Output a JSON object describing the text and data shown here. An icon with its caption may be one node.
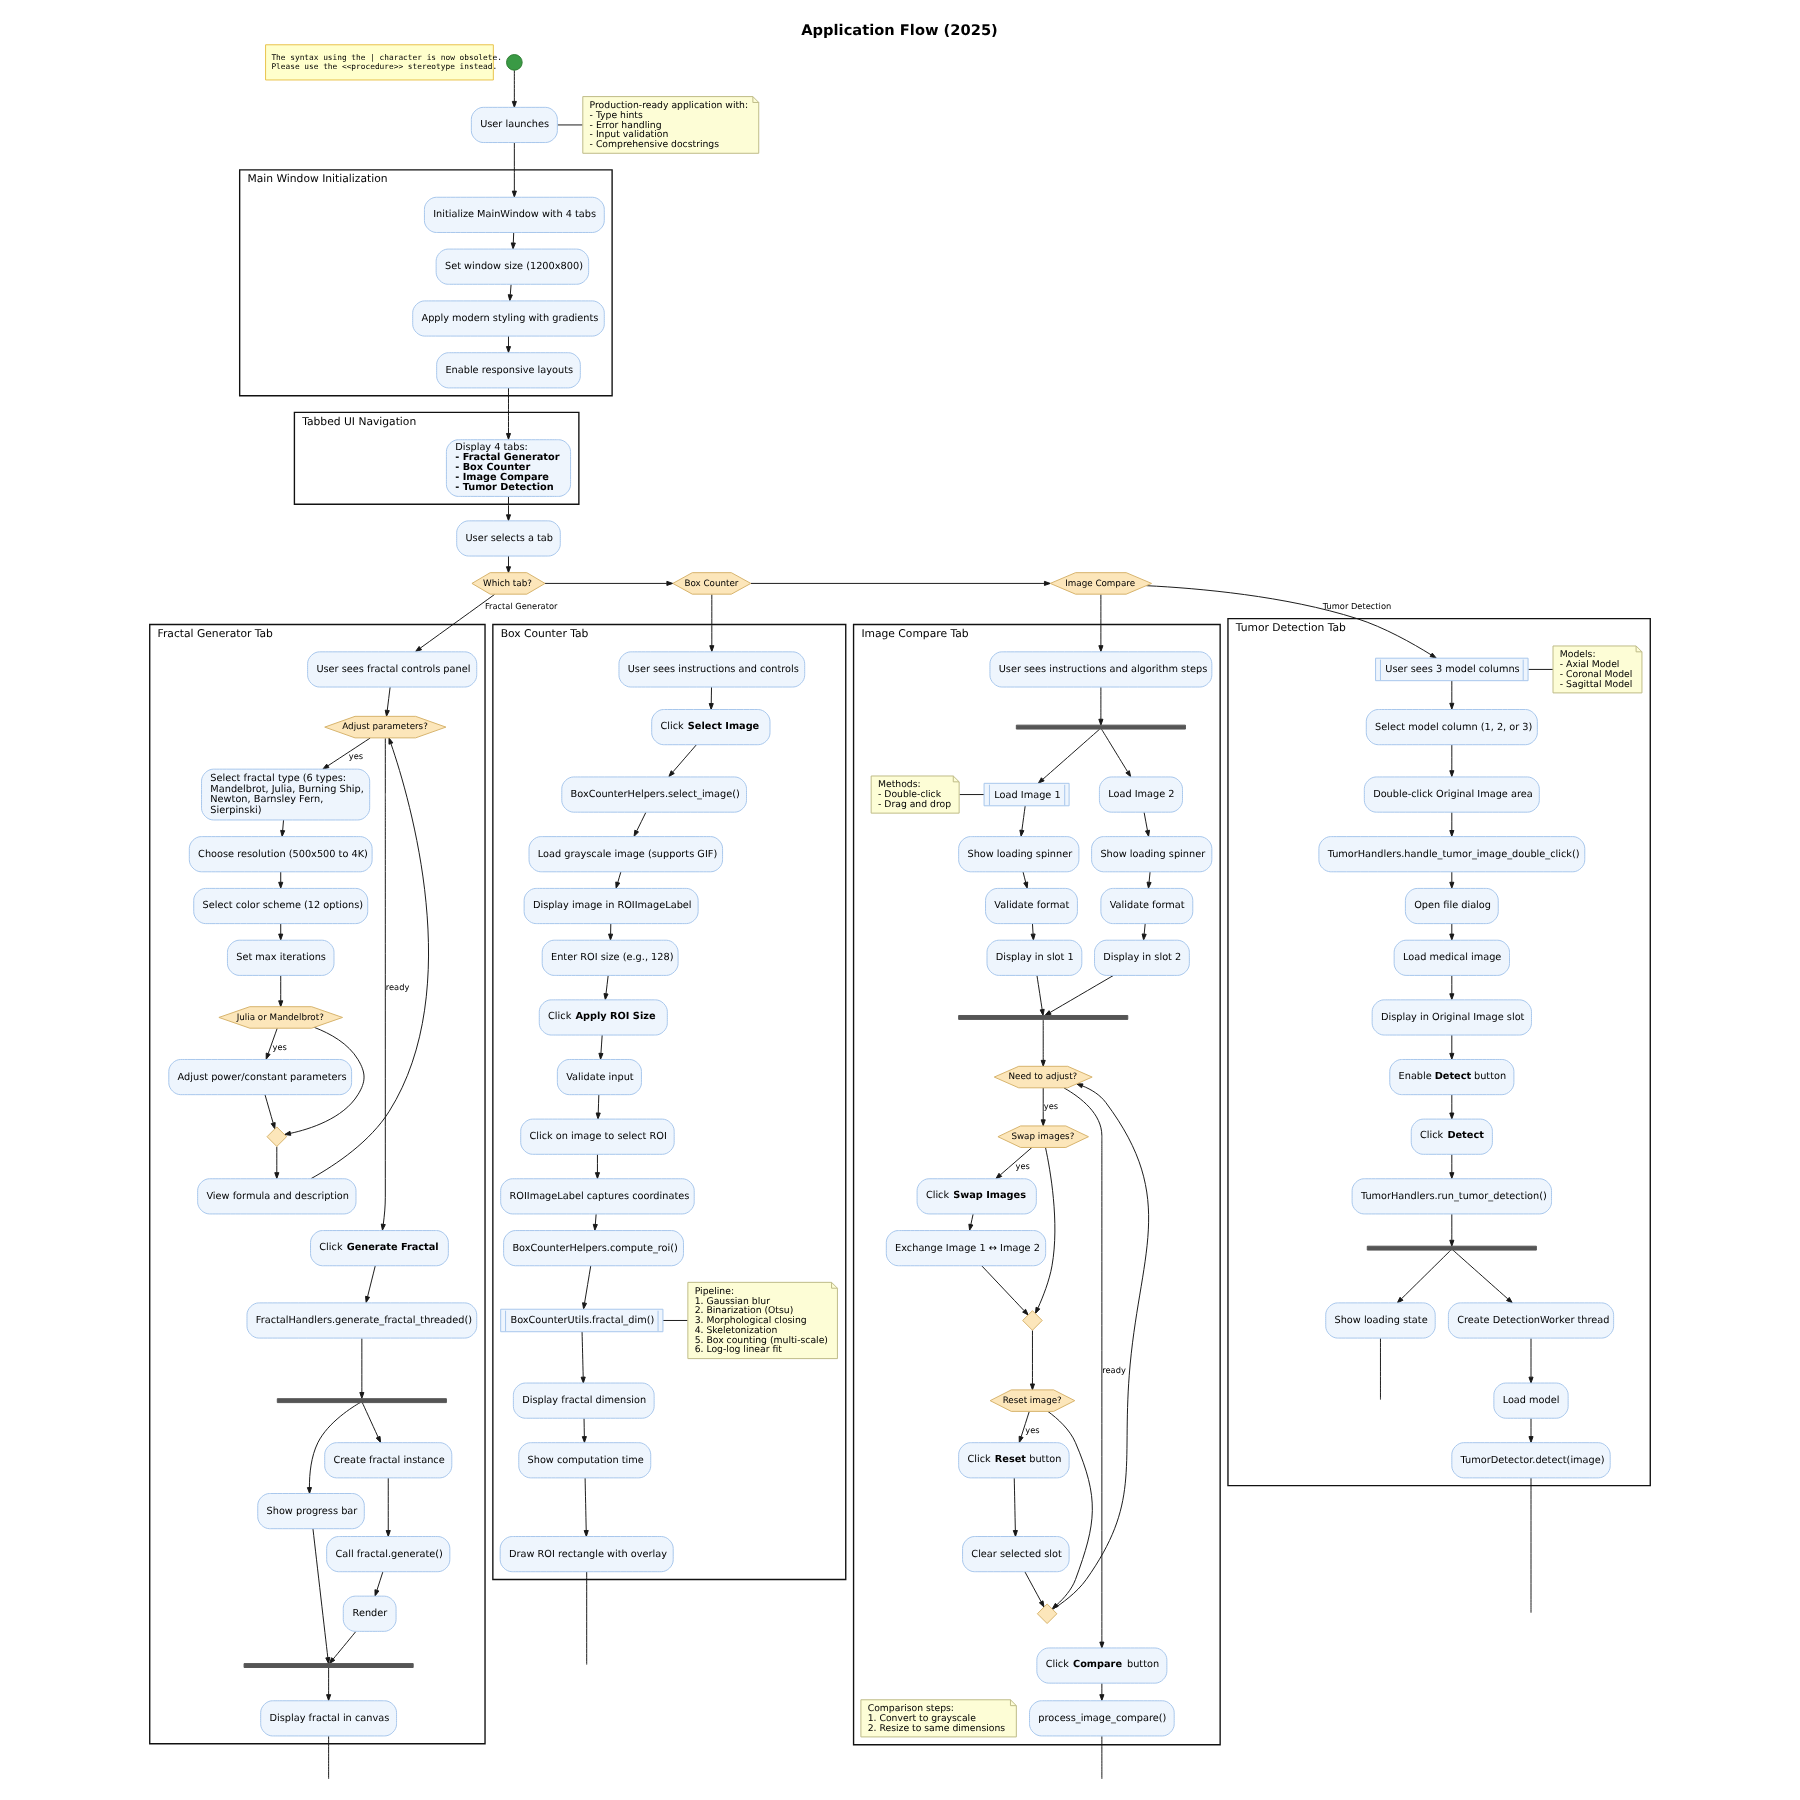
{
  "diagram": {
    "title": "Application Flow (2025)",
    "nodes": [
      {
        "text": [
          "The syntax using the | character is now obsolete.",
          "Please use the <<procedure>> stereotype instead."
        ]
      },
      {
        "text": [],
        "shape": "circle"
      },
      {
        "text": [
          "User launches"
        ]
      },
      {
        "text": [
          "Production-ready application with:",
          "- Type hints",
          "- Error handling",
          "- Input validation",
          "- Comprehensive docstrings"
        ]
      },
      {
        "text": [
          "Main Window Initialization"
        ]
      },
      {
        "text": [
          "Initialize MainWindow with 4 tabs"
        ],
        "in": 4
      },
      {
        "text": [
          "Set window size (1200x800)"
        ],
        "in": 4
      },
      {
        "text": [
          "Apply modern styling with gradients"
        ],
        "in": 4
      },
      {
        "text": [
          "Enable responsive layouts"
        ],
        "in": 4
      },
      {
        "text": [
          "Tabbed UI Navigation"
        ]
      },
      {
        "text": [
          "Display 4 tabs:",
          "- Fractal Generator",
          "- Box Counter",
          "- Image Compare",
          "- Tumor Detection"
        ],
        "in": 9
      },
      {
        "text": [
          "User selects a tab"
        ]
      },
      {
        "text": [
          "Which tab?"
        ]
      },
      {
        "text": [
          "Box Counter"
        ]
      },
      {
        "text": [
          "Image Compare"
        ]
      },
      {
        "text": [
          "Fractal Generator Tab"
        ]
      },
      {
        "text": [
          "User sees fractal controls panel"
        ],
        "in": 15
      },
      {
        "text": [
          "Adjust parameters?"
        ],
        "in": 15
      },
      {
        "text": [
          "Select fractal type (6 types: Mandelbrot, Julia, Burning Ship, Newton, Barnsley Fern, Sierpinski)"
        ],
        "in": 15
      },
      {
        "text": [
          "Choose resolution (500x500 to 4K)"
        ],
        "in": 15
      },
      {
        "text": [
          "Select color scheme (12 options)"
        ],
        "in": 15
      },
      {
        "text": [
          "Set max iterations"
        ],
        "in": 15
      },
      {
        "text": [
          "Julia or Mandelbrot?"
        ],
        "in": 15
      },
      {
        "text": [
          "Adjust power/constant parameters"
        ],
        "in": 15
      },
      {
        "text": [],
        "shape": "diamond",
        "in": 15
      },
      {
        "text": [
          "View formula and description"
        ],
        "in": 15
      },
      {
        "text": [
          "Click **Generate Fractal**"
        ],
        "in": 15
      },
      {
        "text": [
          "FractalHandlers.generate_fractal_threaded()"
        ],
        "in": 15
      },
      {
        "text": [],
        "shape": "bar",
        "in": 15
      },
      {
        "text": [
          "Show progress bar"
        ],
        "in": 15
      },
      {
        "text": [
          "Create fractal instance"
        ],
        "in": 15
      },
      {
        "text": [
          "Call fractal.generate()"
        ],
        "in": 15
      },
      {
        "text": [
          "Render"
        ],
        "in": 15
      },
      {
        "text": [],
        "shape": "bar",
        "in": 15
      },
      {
        "text": [
          "Display fractal in canvas"
        ],
        "in": 15
      },
      {
        "text": [
          "Box Counter Tab"
        ]
      },
      {
        "text": [
          "User sees instructions and controls"
        ],
        "in": 35
      },
      {
        "text": [
          "Click **Select Image**"
        ],
        "in": 35
      },
      {
        "text": [
          "BoxCounterHelpers.select_image()"
        ],
        "in": 35
      },
      {
        "text": [
          "Load grayscale image (supports GIF)"
        ],
        "in": 35
      },
      {
        "text": [
          "Display image in ROIImageLabel"
        ],
        "in": 35
      },
      {
        "text": [
          "Enter ROI size (e.g., 128)"
        ],
        "in": 35
      },
      {
        "text": [
          "Click **Apply ROI Size**"
        ],
        "in": 35
      },
      {
        "text": [
          "Validate input"
        ],
        "in": 35
      },
      {
        "text": [
          "Click on image to select ROI"
        ],
        "in": 35
      },
      {
        "text": [
          "ROIImageLabel captures coordinates"
        ],
        "in": 35
      },
      {
        "text": [
          "BoxCounterHelpers.compute_roi()"
        ],
        "in": 35
      },
      {
        "text": [
          "BoxCounterUtils.fractal_dim()"
        ],
        "in": 35
      },
      {
        "text": [
          "Pipeline:",
          "1. Gaussian blur",
          "2. Binarization (Otsu)",
          "3. Morphological closing",
          "4. Skeletonization",
          "5. Box counting (multi-scale)",
          "6. Log-log linear fit"
        ],
        "in": 35
      },
      {
        "text": [
          "Display fractal dimension"
        ],
        "in": 35
      },
      {
        "text": [
          "Show computation time"
        ],
        "in": 35
      },
      {
        "text": [
          "Draw ROI rectangle with overlay"
        ],
        "in": 35
      },
      {
        "text": [
          "Image Compare Tab"
        ]
      },
      {
        "text": [
          "User sees instructions and algorithm steps"
        ],
        "in": 52
      },
      {
        "text": [],
        "shape": "bar",
        "in": 52
      },
      {
        "text": [
          "Load Image 1"
        ],
        "in": 52
      },
      {
        "text": [
          "Methods:",
          "- Double-click",
          "- Drag and drop"
        ],
        "in": 52
      },
      {
        "text": [
          "Show loading spinner"
        ],
        "in": 52
      },
      {
        "text": [
          "Validate format"
        ],
        "in": 52
      },
      {
        "text": [
          "Display in slot 1"
        ],
        "in": 52
      },
      {
        "text": [
          "Load Image 2"
        ],
        "in": 52
      },
      {
        "text": [
          "Show loading spinner"
        ],
        "in": 52
      },
      {
        "text": [
          "Validate format"
        ],
        "in": 52
      },
      {
        "text": [
          "Display in slot 2"
        ],
        "in": 52
      },
      {
        "text": [],
        "shape": "bar",
        "in": 52
      },
      {
        "text": [
          "Need to adjust?"
        ],
        "in": 52
      },
      {
        "text": [
          "Swap images?"
        ],
        "in": 52
      },
      {
        "text": [
          "Click **Swap Images**"
        ],
        "in": 52
      },
      {
        "text": [
          "Exchange Image 1 ↔ Image 2"
        ],
        "in": 52
      },
      {
        "text": [],
        "shape": "diamond",
        "in": 52
      },
      {
        "text": [
          "Reset image?"
        ],
        "in": 52
      },
      {
        "text": [
          "Click **Reset** button"
        ],
        "in": 52
      },
      {
        "text": [
          "Clear selected slot"
        ],
        "in": 52
      },
      {
        "text": [],
        "shape": "diamond",
        "in": 52
      },
      {
        "text": [
          "Click **Compare** button"
        ],
        "in": 52
      },
      {
        "text": [
          "process_image_compare()"
        ],
        "in": 52
      },
      {
        "text": [
          "Comparison steps:",
          "1. Convert to grayscale",
          "2. Resize to same dimensions"
        ],
        "in": 52
      },
      {
        "text": [
          "Tumor Detection Tab"
        ]
      },
      {
        "text": [
          "User sees 3 model columns"
        ],
        "in": 77
      },
      {
        "text": [
          "Models:",
          "- Axial Model",
          "- Coronal Model",
          "- Sagittal Model"
        ],
        "in": 77
      },
      {
        "text": [
          "Select model column (1, 2, or 3)"
        ],
        "in": 77
      },
      {
        "text": [
          "Double-click Original Image area"
        ],
        "in": 77
      },
      {
        "text": [
          "TumorHandlers.handle_tumor_image_double_click()"
        ],
        "in": 77
      },
      {
        "text": [
          "Open file dialog"
        ],
        "in": 77
      },
      {
        "text": [
          "Load medical image"
        ],
        "in": 77
      },
      {
        "text": [
          "Display in Original Image slot"
        ],
        "in": 77
      },
      {
        "text": [
          "Enable **Detect** button"
        ],
        "in": 77
      },
      {
        "text": [
          "Click **Detect**"
        ],
        "in": 77
      },
      {
        "text": [
          "TumorHandlers.run_tumor_detection()"
        ],
        "in": 77
      },
      {
        "text": [],
        "shape": "bar",
        "in": 77
      },
      {
        "text": [
          "Show loading state"
        ],
        "in": 77
      },
      {
        "text": [
          "Create DetectionWorker thread"
        ],
        "in": 77
      },
      {
        "text": [
          "Load model"
        ],
        "in": 77
      },
      {
        "text": [
          "TumorDetector.detect(image)"
        ],
        "in": 77
      }
    ],
    "edges": [
      {
        "from": 1,
        "to": 2,
        "arrow": "to"
      },
      {
        "from": 2,
        "to": 3,
        "arrow": "none"
      },
      {
        "from": 2,
        "to": 5,
        "arrow": "to"
      },
      {
        "from": 5,
        "to": 6,
        "arrow": "to"
      },
      {
        "from": 6,
        "to": 7,
        "arrow": "to"
      },
      {
        "from": 7,
        "to": 8,
        "arrow": "to"
      },
      {
        "from": 8,
        "to": 10,
        "arrow": "to"
      },
      {
        "from": 10,
        "to": 11,
        "arrow": "to"
      },
      {
        "from": 11,
        "to": 12,
        "arrow": "to"
      },
      {
        "from": 12,
        "to": 16,
        "arrow": "to",
        "label": "Fractal Generator"
      },
      {
        "from": 12,
        "to": 13,
        "arrow": "to"
      },
      {
        "from": 13,
        "to": 36,
        "arrow": "to"
      },
      {
        "from": 13,
        "to": 14,
        "arrow": "to"
      },
      {
        "from": 14,
        "to": 53,
        "arrow": "to"
      },
      {
        "from": 14,
        "to": 78,
        "arrow": "to",
        "label": "Tumor Detection"
      },
      {
        "from": 16,
        "to": 17,
        "arrow": "to"
      },
      {
        "from": 17,
        "to": 18,
        "arrow": "to",
        "label": "yes"
      },
      {
        "from": 18,
        "to": 19,
        "arrow": "to"
      },
      {
        "from": 19,
        "to": 20,
        "arrow": "to"
      },
      {
        "from": 20,
        "to": 21,
        "arrow": "to"
      },
      {
        "from": 21,
        "to": 22,
        "arrow": "to"
      },
      {
        "from": 22,
        "to": 23,
        "arrow": "to",
        "label": "yes"
      },
      {
        "from": 23,
        "to": 24,
        "arrow": "to"
      },
      {
        "from": 22,
        "to": 24,
        "arrow": "to"
      },
      {
        "from": 24,
        "to": 25,
        "arrow": "to"
      },
      {
        "from": 25,
        "to": 17,
        "arrow": "to"
      },
      {
        "from": 17,
        "to": 26,
        "arrow": "to",
        "label": "ready"
      },
      {
        "from": 26,
        "to": 27,
        "arrow": "to"
      },
      {
        "from": 27,
        "to": 28,
        "arrow": "to"
      },
      {
        "from": 28,
        "to": 29,
        "arrow": "to"
      },
      {
        "from": 28,
        "to": 30,
        "arrow": "to"
      },
      {
        "from": 30,
        "to": 31,
        "arrow": "to"
      },
      {
        "from": 31,
        "to": 32,
        "arrow": "to"
      },
      {
        "from": 29,
        "to": 33,
        "arrow": "to"
      },
      {
        "from": 32,
        "to": 33,
        "arrow": "to"
      },
      {
        "from": 33,
        "to": 34,
        "arrow": "to"
      },
      {
        "from": 34,
        "to": null,
        "arrow": "none"
      },
      {
        "from": 36,
        "to": 37,
        "arrow": "to"
      },
      {
        "from": 37,
        "to": 38,
        "arrow": "to"
      },
      {
        "from": 38,
        "to": 39,
        "arrow": "to"
      },
      {
        "from": 39,
        "to": 40,
        "arrow": "to"
      },
      {
        "from": 40,
        "to": 41,
        "arrow": "to"
      },
      {
        "from": 41,
        "to": 42,
        "arrow": "to"
      },
      {
        "from": 42,
        "to": 43,
        "arrow": "to"
      },
      {
        "from": 43,
        "to": 44,
        "arrow": "to"
      },
      {
        "from": 44,
        "to": 45,
        "arrow": "to"
      },
      {
        "from": 45,
        "to": 46,
        "arrow": "to"
      },
      {
        "from": 46,
        "to": 47,
        "arrow": "to"
      },
      {
        "from": 47,
        "to": 48,
        "arrow": "none"
      },
      {
        "from": 47,
        "to": 49,
        "arrow": "to"
      },
      {
        "from": 49,
        "to": 50,
        "arrow": "to"
      },
      {
        "from": 50,
        "to": 51,
        "arrow": "to"
      },
      {
        "from": 51,
        "to": null,
        "arrow": "none"
      },
      {
        "from": 53,
        "to": 54,
        "arrow": "to"
      },
      {
        "from": 54,
        "to": 55,
        "arrow": "to"
      },
      {
        "from": 54,
        "to": 60,
        "arrow": "to"
      },
      {
        "from": 56,
        "to": 55,
        "arrow": "none"
      },
      {
        "from": 55,
        "to": 57,
        "arrow": "to"
      },
      {
        "from": 57,
        "to": 58,
        "arrow": "to"
      },
      {
        "from": 58,
        "to": 59,
        "arrow": "to"
      },
      {
        "from": 59,
        "to": 64,
        "arrow": "to"
      },
      {
        "from": 60,
        "to": 61,
        "arrow": "to"
      },
      {
        "from": 61,
        "to": 62,
        "arrow": "to"
      },
      {
        "from": 62,
        "to": 63,
        "arrow": "to"
      },
      {
        "from": 63,
        "to": 64,
        "arrow": "to"
      },
      {
        "from": 64,
        "to": 65,
        "arrow": "to"
      },
      {
        "from": 65,
        "to": 66,
        "arrow": "to",
        "label": "yes"
      },
      {
        "from": 66,
        "to": 67,
        "arrow": "to",
        "label": "yes"
      },
      {
        "from": 67,
        "to": 68,
        "arrow": "to"
      },
      {
        "from": 68,
        "to": 69,
        "arrow": "to"
      },
      {
        "from": 66,
        "to": 69,
        "arrow": "to"
      },
      {
        "from": 69,
        "to": 70,
        "arrow": "to"
      },
      {
        "from": 70,
        "to": 71,
        "arrow": "to",
        "label": "yes"
      },
      {
        "from": 71,
        "to": 72,
        "arrow": "to"
      },
      {
        "from": 72,
        "to": 73,
        "arrow": "to"
      },
      {
        "from": 70,
        "to": 73,
        "arrow": "to"
      },
      {
        "from": 73,
        "to": 65,
        "arrow": "to"
      },
      {
        "from": 65,
        "to": 74,
        "arrow": "to",
        "label": "ready"
      },
      {
        "from": 74,
        "to": 75,
        "arrow": "to"
      },
      {
        "from": 75,
        "to": null,
        "arrow": "none"
      },
      {
        "from": 78,
        "to": 79,
        "arrow": "none"
      },
      {
        "from": 78,
        "to": 80,
        "arrow": "to"
      },
      {
        "from": 80,
        "to": 81,
        "arrow": "to"
      },
      {
        "from": 81,
        "to": 82,
        "arrow": "to"
      },
      {
        "from": 82,
        "to": 83,
        "arrow": "to"
      },
      {
        "from": 83,
        "to": 84,
        "arrow": "to"
      },
      {
        "from": 84,
        "to": 85,
        "arrow": "to"
      },
      {
        "from": 85,
        "to": 86,
        "arrow": "to"
      },
      {
        "from": 86,
        "to": 87,
        "arrow": "to"
      },
      {
        "from": 87,
        "to": 88,
        "arrow": "to"
      },
      {
        "from": 88,
        "to": 89,
        "arrow": "to"
      },
      {
        "from": 89,
        "to": 90,
        "arrow": "to"
      },
      {
        "from": 89,
        "to": 91,
        "arrow": "to"
      },
      {
        "from": 91,
        "to": 92,
        "arrow": "to"
      },
      {
        "from": 92,
        "to": 93,
        "arrow": "to"
      },
      {
        "from": 90,
        "to": null,
        "arrow": "none"
      },
      {
        "from": 93,
        "to": null,
        "arrow": "none"
      }
    ]
  }
}
